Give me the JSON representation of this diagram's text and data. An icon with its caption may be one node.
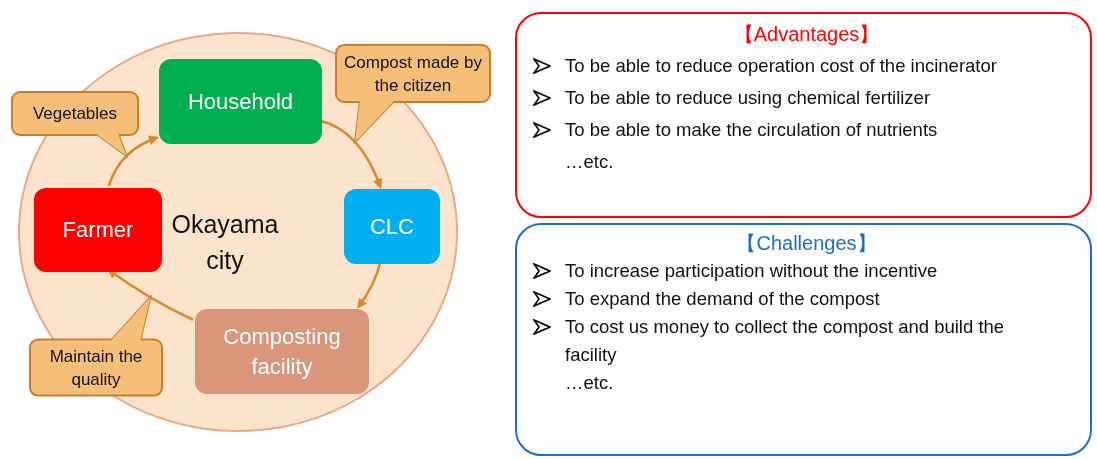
{
  "diagram": {
    "nodes": [
      {
        "text": [
          "Okayama city"
        ]
      },
      {
        "text": [
          "Household"
        ],
        "in": 0
      },
      {
        "text": [
          "CLC"
        ],
        "in": 0
      },
      {
        "text": [
          "Composting facility"
        ],
        "in": 0
      },
      {
        "text": [
          "Farmer"
        ],
        "in": 0
      },
      {
        "text": [
          "【Advantages】",
          "To be able to reduce operation cost of the incinerator",
          "To be able to reduce using chemical fertilizer",
          "To be able to make the circulation of nutrients",
          "…etc."
        ]
      },
      {
        "text": [
          "【Challenges】",
          "To increase participation without the incentive",
          "To expand the demand of the compost",
          "To cost us money to collect the compost and build the facility",
          "…etc."
        ]
      }
    ],
    "edges": [
      {
        "from": 4,
        "to": 1,
        "arrow": "to",
        "label": "Vegetables"
      },
      {
        "from": 1,
        "to": 2,
        "arrow": "to",
        "label": "Compost made by the citizen"
      },
      {
        "from": 2,
        "to": 3,
        "arrow": "to"
      },
      {
        "from": 3,
        "to": 4,
        "arrow": "to",
        "label": "Maintain the quality"
      }
    ]
  }
}
